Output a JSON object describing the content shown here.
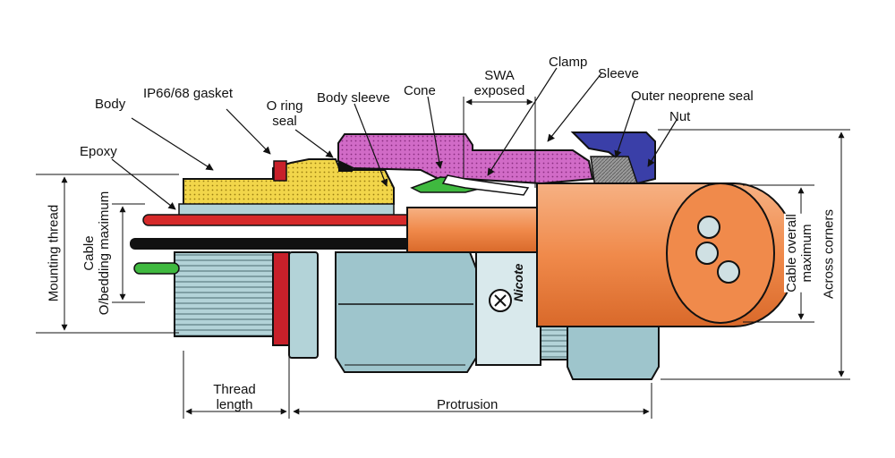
{
  "labels": {
    "body": "Body",
    "gasket": "IP66/68 gasket",
    "oring_line1": "O ring",
    "oring_line2": "seal",
    "body_sleeve": "Body sleeve",
    "cone": "Cone",
    "swa_line1": "SWA",
    "swa_line2": "exposed",
    "clamp": "Clamp",
    "sleeve": "Sleeve",
    "outer_seal": "Outer neoprene seal",
    "nut": "Nut",
    "epoxy": "Epoxy",
    "thread_length_line1": "Thread",
    "thread_length_line2": "length",
    "protrusion": "Protrusion",
    "mounting_thread": "Mounting thread",
    "cable_bedding_line1": "Cable",
    "cable_bedding_line2": "O/bedding maximum",
    "cable_overall_line1": "Cable overall",
    "cable_overall_line2": "maximum",
    "across_corners": "Across corners"
  },
  "brand": "Nicote",
  "colors": {
    "body_yellow": "#f2d64a",
    "sleeve_magenta": "#d16bc7",
    "nut_blue": "#3a3fa8",
    "seal_gray": "#8a8a8a",
    "cable_orange": "#f08a4b",
    "metal_blue": "#9ec5cc",
    "gasket_red": "#c8202a",
    "core_green": "#3fb93f"
  }
}
